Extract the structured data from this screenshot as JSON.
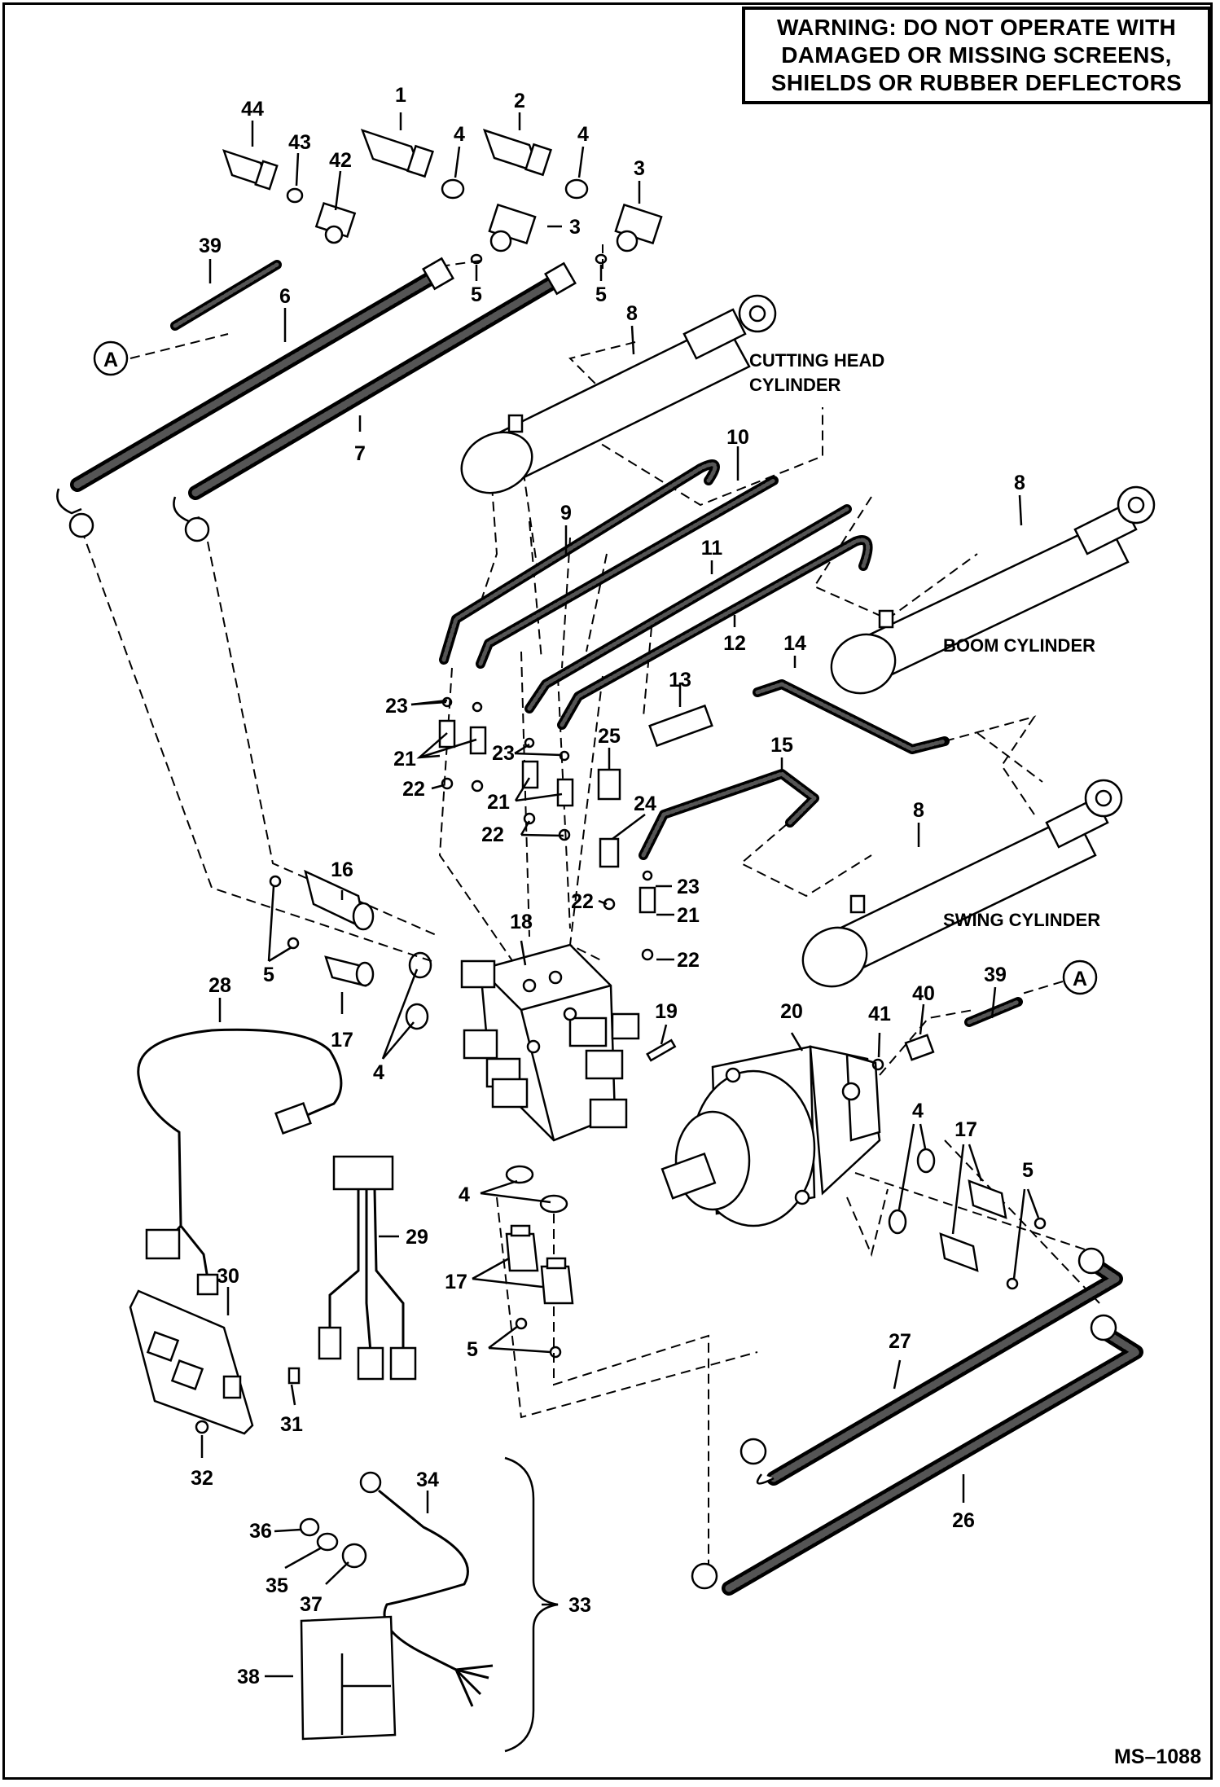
{
  "warning": {
    "lines": [
      "WARNING:  DO NOT OPERATE WITH",
      "DAMAGED OR MISSING SCREENS,",
      "SHIELDS OR RUBBER DEFLECTORS"
    ]
  },
  "captions": {
    "cutting_head_line1": "CUTTING HEAD",
    "cutting_head_line2": "CYLINDER",
    "boom": "BOOM CYLINDER",
    "swing": "SWING CYLINDER"
  },
  "connector_marker": "A",
  "drawing_number": "MS–1088",
  "labels": {
    "p1": "1",
    "p2": "2",
    "p3": "3",
    "p4": "4",
    "p5": "5",
    "p6": "6",
    "p7": "7",
    "p8": "8",
    "p9": "9",
    "p10": "10",
    "p11": "11",
    "p12": "12",
    "p13": "13",
    "p14": "14",
    "p15": "15",
    "p16": "16",
    "p17": "17",
    "p18": "18",
    "p19": "19",
    "p20": "20",
    "p21": "21",
    "p22": "22",
    "p23": "23",
    "p24": "24",
    "p25": "25",
    "p26": "26",
    "p27": "27",
    "p28": "28",
    "p29": "29",
    "p30": "30",
    "p31": "31",
    "p32": "32",
    "p33": "33",
    "p34": "34",
    "p35": "35",
    "p36": "36",
    "p37": "37",
    "p38": "38",
    "p39": "39",
    "p40": "40",
    "p41": "41",
    "p42": "42",
    "p43": "43",
    "p44": "44"
  }
}
